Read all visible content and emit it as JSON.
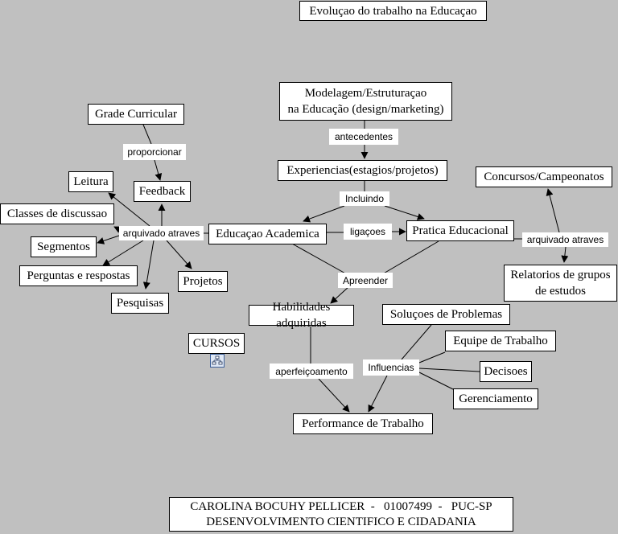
{
  "title": "Evoluçao do trabalho na Educaçao",
  "nodes": {
    "modelagem": "Modelagem/Estruturaçao\nna Educação (design/marketing)",
    "experiencias": "Experiencias(estagios/projetos)",
    "educacao_academica": "Educaçao Academica",
    "pratica_educacional": "Pratica Educacional",
    "grade_curricular": "Grade Curricular",
    "feedback": "Feedback",
    "leitura": "Leitura",
    "classes_discussao": "Classes de discussao",
    "segmentos": "Segmentos",
    "perguntas_respostas": "Perguntas e respostas",
    "pesquisas": "Pesquisas",
    "projetos": "Projetos",
    "concursos": "Concursos/Campeonatos",
    "relatorios": "Relatorios de grupos\nde estudos",
    "habilidades": "Habilidades adquiridas",
    "solucoes": "Soluçoes de Problemas",
    "equipe": "Equipe de Trabalho",
    "decisoes": "Decisoes",
    "gerenciamento": "Gerenciamento",
    "performance": "Performance de Trabalho",
    "cursos": "CURSOS"
  },
  "links": {
    "antecedentes": "antecedentes",
    "incluindo": "Incluindo",
    "ligacoes": "ligaçoes",
    "proporcionar": "proporcionar",
    "arquivado_left": "arquivado atraves",
    "arquivado_right": "arquivado atraves",
    "apreender": "Apreender",
    "aperfeicoamento": "aperfeiçoamento",
    "influencias": "Influencias"
  },
  "footer": {
    "line1": "CAROLINA BOCUHY PELLICER  -   01007499  -   PUC-SP",
    "line2": "DESENVOLVIMENTO CIENTIFICO E CIDADANIA"
  },
  "icons": {
    "cursos_link": "concept-map-link-icon"
  },
  "colors": {
    "background": "#c0c0c0",
    "node_fill": "#ffffff",
    "line": "#000000"
  }
}
